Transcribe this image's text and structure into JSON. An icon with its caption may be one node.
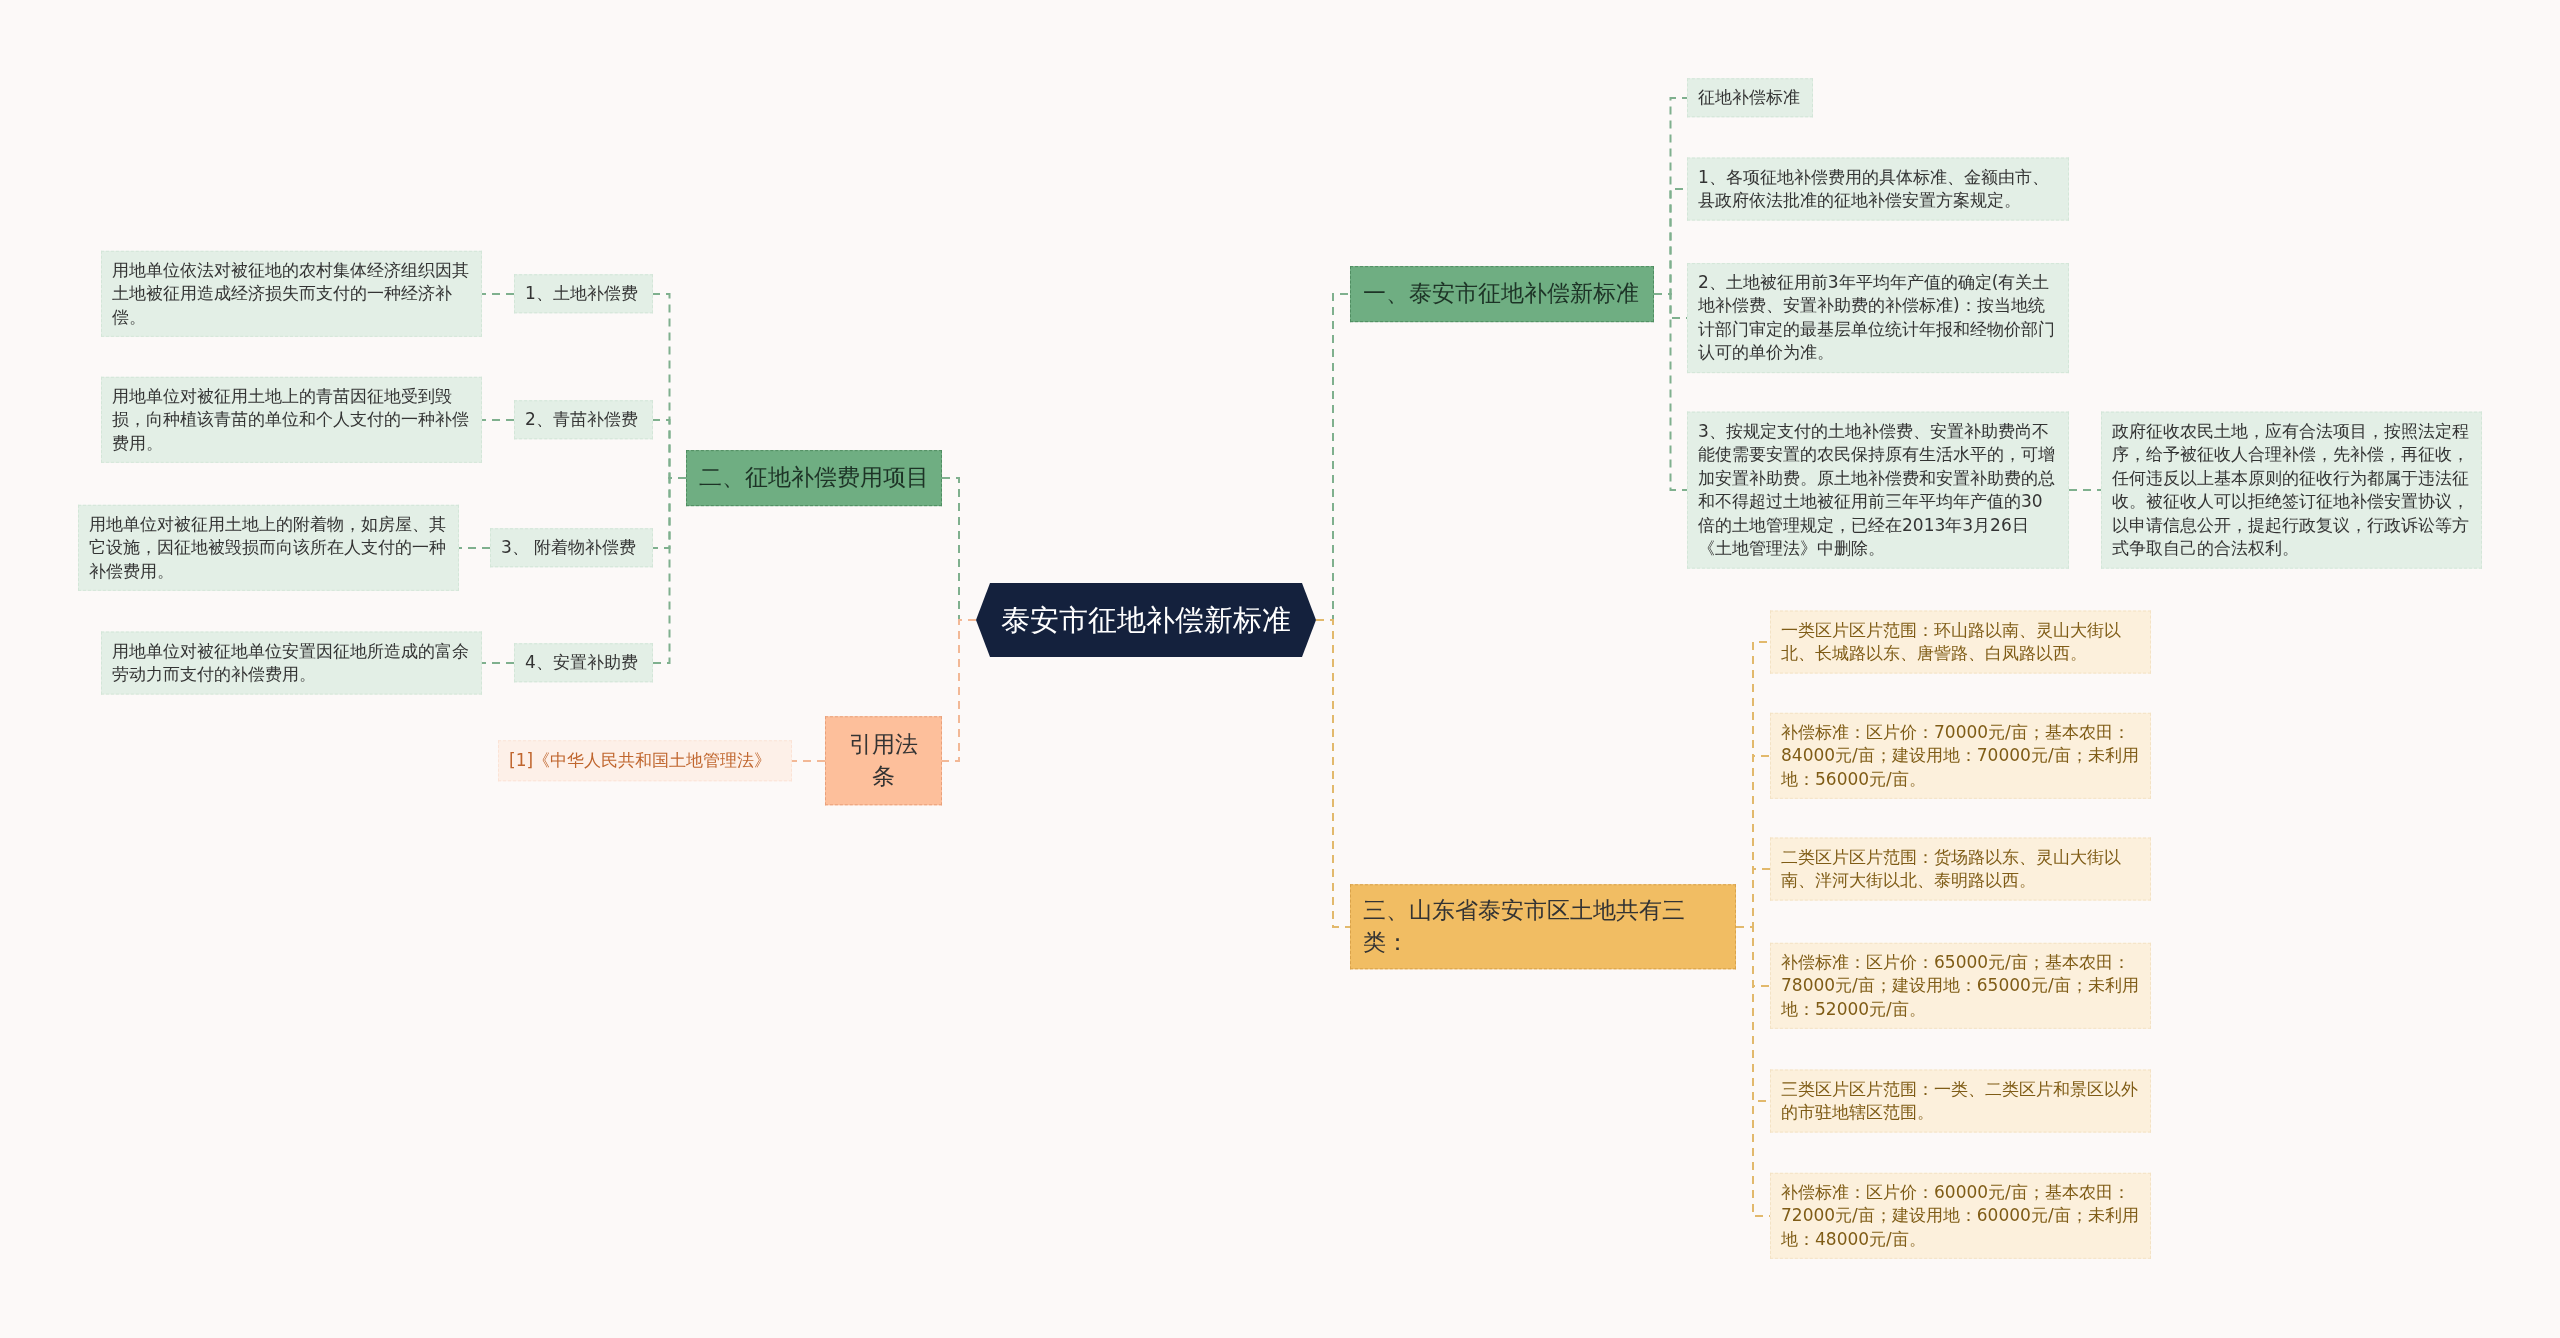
{
  "diagram": {
    "nodes": [
      {
        "text": [
          "泰安市征地补偿新标准"
        ]
      },
      {
        "text": [
          "一、泰安市征地补偿新标准"
        ]
      },
      {
        "text": [
          "征地补偿标准"
        ]
      },
      {
        "text": [
          "1、各项征地补偿费用的具体标准、金额由市、县政府依法批准的征地补偿安置方案规定。"
        ]
      },
      {
        "text": [
          "2、土地被征用前3年平均年产值的确定(有关土地补偿费、安置补助费的补偿标准)：按当地统计部门审定的最基层单位统计年报和经物价部门认可的单价为准。"
        ]
      },
      {
        "text": [
          "3、按规定支付的土地补偿费、安置补助费尚不能使需要安置的农民保持原有生活水平的，可增加安置补助费。原土地补偿费和安置补助费的总和不得超过土地被征用前三年平均年产值的30倍的土地管理规定，已经在2013年3月26日《土地管理法》中删除。"
        ]
      },
      {
        "text": [
          "政府征收农民土地，应有合法项目，按照法定程序，给予被征收人合理补偿，先补偿，再征收，任何违反以上基本原则的征收行为都属于违法征收。被征收人可以拒绝签订征地补偿安置协议，以申请信息公开，提起行政复议，行政诉讼等方式争取自己的合法权利。"
        ]
      },
      {
        "text": [
          "二、征地补偿费用项目"
        ]
      },
      {
        "text": [
          "1、土地补偿费"
        ]
      },
      {
        "text": [
          "用地单位依法对被征地的农村集体经济组织因其土地被征用造成经济损失而支付的一种经济补偿。"
        ]
      },
      {
        "text": [
          "2、青苗补偿费"
        ]
      },
      {
        "text": [
          "用地单位对被征用土地上的青苗因征地受到毁损，向种植该青苗的单位和个人支付的一种补偿费用。"
        ]
      },
      {
        "text": [
          "3、 附着物补偿费"
        ]
      },
      {
        "text": [
          "用地单位对被征用土地上的附着物，如房屋、其它设施，因征地被毁损而向该所在人支付的一种补偿费用。"
        ]
      },
      {
        "text": [
          "4、安置补助费"
        ]
      },
      {
        "text": [
          "用地单位对被征地单位安置因征地所造成的富余劳动力而支付的补偿费用。"
        ]
      },
      {
        "text": [
          "引用法条"
        ]
      },
      {
        "text": [
          "[1]《中华人民共和国土地管理法》"
        ]
      },
      {
        "text": [
          "三、山东省泰安市区土地共有三类："
        ]
      },
      {
        "text": [
          "一类区片区片范围：环山路以南、灵山大街以北、长城路以东、唐訾路、白凤路以西。"
        ]
      },
      {
        "text": [
          "补偿标准：区片价：70000元/亩；基本农田：84000元/亩；建设用地：70000元/亩；未利用地：56000元/亩。"
        ]
      },
      {
        "text": [
          "二类区片区片范围：货场路以东、灵山大街以南、泮河大街以北、泰明路以西。"
        ]
      },
      {
        "text": [
          "补偿标准：区片价：65000元/亩；基本农田：78000元/亩；建设用地：65000元/亩；未利用地：52000元/亩。"
        ]
      },
      {
        "text": [
          "三类区片区片范围：一类、二类区片和景区以外的市驻地辖区范围。"
        ]
      },
      {
        "text": [
          "补偿标准：区片价：60000元/亩；基本农田：72000元/亩；建设用地：60000元/亩；未利用地：48000元/亩。"
        ]
      }
    ],
    "edges": [
      {
        "from": 0,
        "to": 1,
        "arrow": "none",
        "style": "dashed"
      },
      {
        "from": 1,
        "to": 2,
        "arrow": "none",
        "style": "dashed"
      },
      {
        "from": 1,
        "to": 3,
        "arrow": "none",
        "style": "dashed"
      },
      {
        "from": 1,
        "to": 4,
        "arrow": "none",
        "style": "dashed"
      },
      {
        "from": 1,
        "to": 5,
        "arrow": "none",
        "style": "dashed"
      },
      {
        "from": 5,
        "to": 6,
        "arrow": "none",
        "style": "dashed"
      },
      {
        "from": 0,
        "to": 7,
        "arrow": "none",
        "style": "dashed"
      },
      {
        "from": 7,
        "to": 8,
        "arrow": "none",
        "style": "dashed"
      },
      {
        "from": 8,
        "to": 9,
        "arrow": "none",
        "style": "dashed"
      },
      {
        "from": 7,
        "to": 10,
        "arrow": "none",
        "style": "dashed"
      },
      {
        "from": 10,
        "to": 11,
        "arrow": "none",
        "style": "dashed"
      },
      {
        "from": 7,
        "to": 12,
        "arrow": "none",
        "style": "dashed"
      },
      {
        "from": 12,
        "to": 13,
        "arrow": "none",
        "style": "dashed"
      },
      {
        "from": 7,
        "to": 14,
        "arrow": "none",
        "style": "dashed"
      },
      {
        "from": 14,
        "to": 15,
        "arrow": "none",
        "style": "dashed"
      },
      {
        "from": 0,
        "to": 16,
        "arrow": "none",
        "style": "dashed",
        "color": "#f2b896"
      },
      {
        "from": 16,
        "to": 17,
        "arrow": "none",
        "style": "dashed",
        "color": "#f2b896"
      },
      {
        "from": 0,
        "to": 18,
        "arrow": "none",
        "style": "dashed",
        "color": "#e2b96c"
      },
      {
        "from": 18,
        "to": 19,
        "arrow": "none",
        "style": "dashed",
        "color": "#e2b96c"
      },
      {
        "from": 18,
        "to": 20,
        "arrow": "none",
        "style": "dashed",
        "color": "#e2b96c"
      },
      {
        "from": 18,
        "to": 21,
        "arrow": "none",
        "style": "dashed",
        "color": "#e2b96c"
      },
      {
        "from": 18,
        "to": 22,
        "arrow": "none",
        "style": "dashed",
        "color": "#e2b96c"
      },
      {
        "from": 18,
        "to": 23,
        "arrow": "none",
        "style": "dashed",
        "color": "#e2b96c"
      },
      {
        "from": 18,
        "to": 24,
        "arrow": "none",
        "style": "dashed",
        "color": "#e2b96c"
      }
    ]
  }
}
